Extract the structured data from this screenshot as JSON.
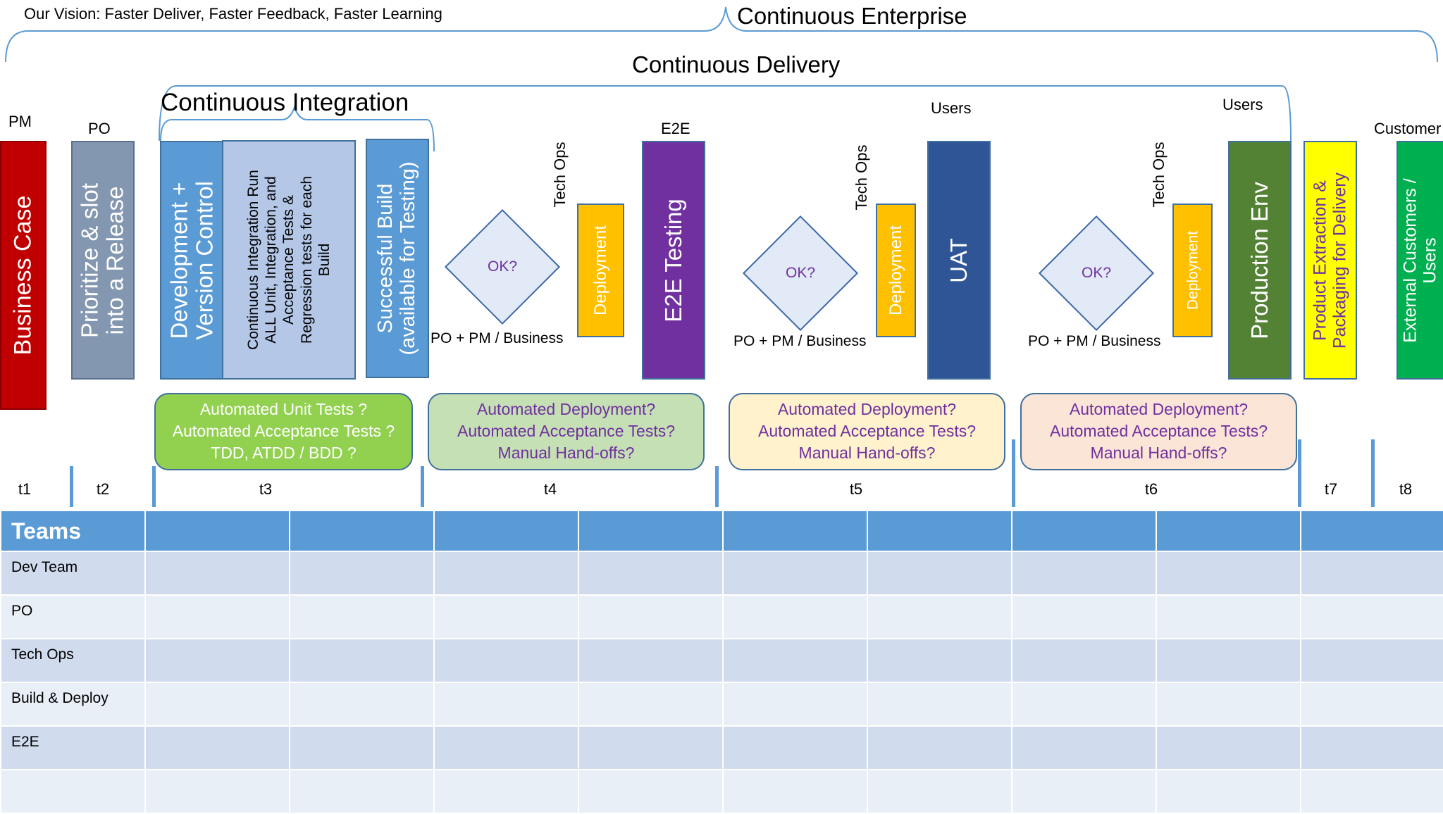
{
  "header": {
    "vision": "Our Vision: Faster Deliver, Faster Feedback, Faster Learning",
    "continuous_enterprise": "Continuous Enterprise",
    "continuous_delivery": "Continuous Delivery",
    "continuous_integration": "Continuous Integration"
  },
  "roles": {
    "pm": "PM",
    "po": "PO",
    "e2e": "E2E",
    "users_1": "Users",
    "users_2": "Users",
    "customer": "Customer",
    "tech_ops_1": "Tech Ops",
    "tech_ops_2": "Tech Ops",
    "tech_ops_3": "Tech Ops",
    "po_pm_business_1": "PO + PM / Business",
    "po_pm_business_2": "PO + PM / Business",
    "po_pm_business_3": "PO + PM / Business"
  },
  "stages": {
    "business_case": "Business Case",
    "prioritize_1": "Prioritize & slot",
    "prioritize_2": "into a Release",
    "dev_1": "Development +",
    "dev_2": "Version Control",
    "ci_1": "Continuous Integration  Run",
    "ci_2": "ALL Unit, Integration, and",
    "ci_3": "Acceptance Tests &",
    "ci_4": "Regression tests for each",
    "ci_5": "Build",
    "build_1": "Successful Build",
    "build_2": "(available for Testing)",
    "ok_1": "OK?",
    "ok_2": "OK?",
    "ok_3": "OK?",
    "deployment_1": "Deployment",
    "deployment_2": "Deployment",
    "deployment_3": "Deployment",
    "e2e_testing": "E2E Testing",
    "uat": "UAT",
    "production_env": "Production Env",
    "product_extraction_1": "Product Extraction &",
    "product_extraction_2": "Packaging for Delivery",
    "external_customers_1": "External Customers /",
    "external_customers_2": "Users"
  },
  "questions": {
    "q1": [
      "Automated Unit Tests ?",
      "Automated Acceptance Tests ?",
      "TDD, ATDD / BDD ?"
    ],
    "q2": [
      "Automated Deployment?",
      "Automated Acceptance Tests?",
      "Manual Hand-offs?"
    ],
    "q3": [
      "Automated Deployment?",
      "Automated Acceptance Tests?",
      "Manual Hand-offs?"
    ],
    "q4": [
      "Automated Deployment?",
      "Automated Acceptance Tests?",
      "Manual Hand-offs?"
    ]
  },
  "timeline": [
    "t1",
    "t2",
    "t3",
    "t4",
    "t5",
    "t6",
    "t7",
    "t8"
  ],
  "teams": {
    "header": "Teams",
    "rows": [
      "Dev Team",
      "PO",
      "Tech Ops",
      "Build & Deploy",
      "E2E",
      ""
    ]
  },
  "colors": {
    "business_case": "#c00000",
    "prioritize": "#8497b0",
    "dev": "#5b9bd5",
    "ci": "#b4c7e7",
    "deployment": "#ffc000",
    "e2e": "#7030a0",
    "uat": "#2f5597",
    "production": "#548235",
    "product_extraction": "#ffff00",
    "external": "#00b050",
    "question_text": "#7030a0",
    "teams_header": "#5b9bd5"
  }
}
